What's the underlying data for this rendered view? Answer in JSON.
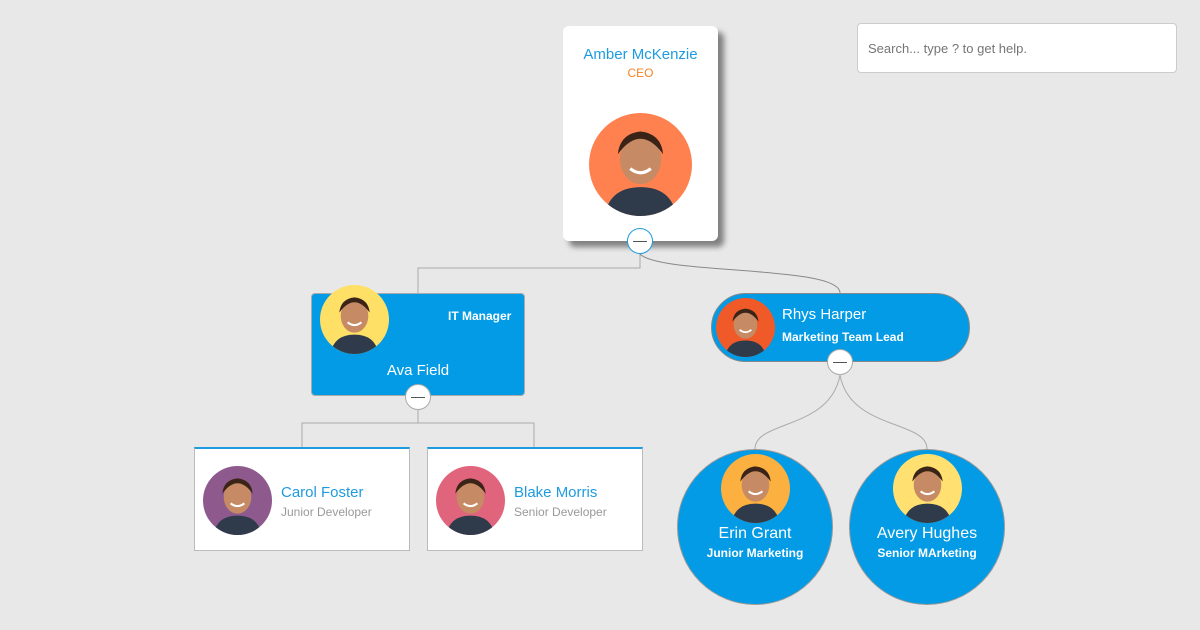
{
  "search": {
    "placeholder": "Search... type ? to get help."
  },
  "colors": {
    "accent": "#039be5",
    "name_blue": "#1e9be0",
    "ceo_title": "#f58322"
  },
  "nodes": {
    "ceo": {
      "name": "Amber McKenzie",
      "title": "CEO",
      "avatar_bg": "#ff8150"
    },
    "ava": {
      "name": "Ava Field",
      "title": "IT Manager",
      "avatar_bg": "#ffe066"
    },
    "rhys": {
      "name": "Rhys Harper",
      "title": "Marketing Team Lead",
      "avatar_bg": "#f05a28"
    },
    "carol": {
      "name": "Carol Foster",
      "title": "Junior Developer",
      "avatar_bg": "#8e5a8e"
    },
    "blake": {
      "name": "Blake Morris",
      "title": "Senior Developer",
      "avatar_bg": "#e0647c"
    },
    "erin": {
      "name": "Erin Grant",
      "title": "Junior Marketing",
      "avatar_bg": "#fbb040"
    },
    "avery": {
      "name": "Avery Hughes",
      "title": "Senior MArketing",
      "avatar_bg": "#ffe070"
    }
  }
}
